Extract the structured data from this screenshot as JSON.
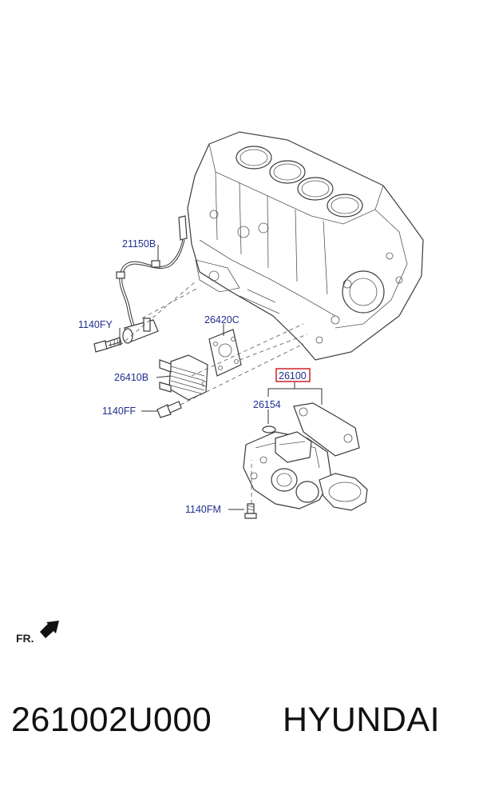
{
  "callouts": {
    "c21150b": "21150B",
    "c1140fy": "1140FY",
    "c26420c": "26420C",
    "c26410b": "26410B",
    "c26100": "26100",
    "c26154": "26154",
    "c1140ff": "1140FF",
    "c1140fm": "1140FM"
  },
  "direction": {
    "label": "FR."
  },
  "footer": {
    "part_number": "261002U000",
    "brand": "HYUNDAI"
  },
  "colors": {
    "callout_text": "#1f2f8f",
    "highlight_box": "#d0202a"
  }
}
